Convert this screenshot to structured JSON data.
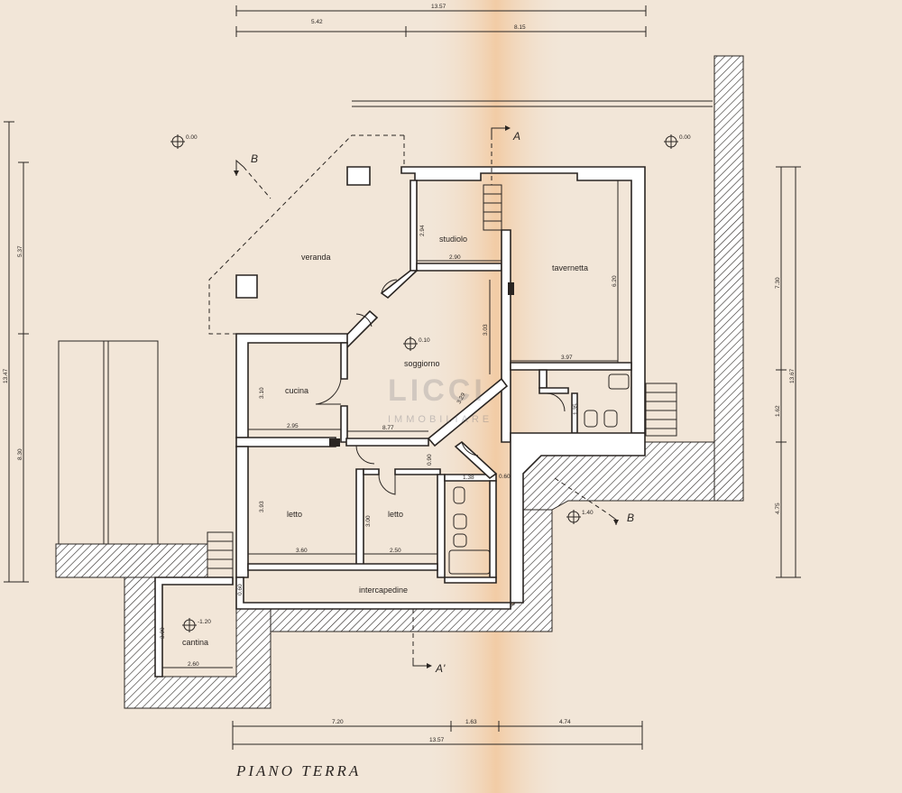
{
  "title": "PIANO TERRA",
  "watermark": {
    "brand": "LICCI",
    "sub": "IMMOBILIARE"
  },
  "colors": {
    "paper": "#f2e6d8",
    "fold_band": "#f2c79c",
    "ink": "#2a2522"
  },
  "rooms": {
    "veranda": "veranda",
    "studiolo": "studiolo",
    "tavernetta": "tavernetta",
    "soggiorno": "soggiorno",
    "cucina": "cucina",
    "letto_left": "letto",
    "letto_right": "letto",
    "intercapedine": "intercapedine",
    "cantina": "cantina"
  },
  "levels": {
    "top_left": "0.00",
    "top_right": "0.00",
    "soggiorno": "0.10",
    "right": "1.40",
    "cantina": "-1.20"
  },
  "sections": {
    "a_top": "A",
    "a_bottom": "A'",
    "b_top": "B",
    "b_right": "B"
  },
  "dimensions": {
    "top_total": "13.57",
    "top_left": "5.42",
    "top_right": "8.15",
    "bottom_left": "7.20",
    "bottom_mid": "1.63",
    "bottom_right": "4.74",
    "bottom_total": "13.57",
    "left_total": "13.47",
    "left_upper": "5.37",
    "left_lower": "8.30",
    "right_total": "13.67",
    "right_upper": "7.30",
    "right_mid": "1.62",
    "right_lower": "4.75",
    "studiolo_h": "2.94",
    "studiolo_w": "2.90",
    "tavernetta_h": "6.20",
    "tavernetta_w": "3.97",
    "soggiorno_h": "3.03",
    "soggiorno_d": "3.29",
    "soggiorno_w": "8.77",
    "cucina_h": "3.10",
    "cucina_w": "2.95",
    "letto1_h": "3.93",
    "letto1_w": "3.60",
    "letto2_h": "3.00",
    "letto2_w": "2.50",
    "hall_w": "0.90",
    "bath_w": "1.38",
    "corr_w": "0.60",
    "wc_h": "1.35",
    "inter_h": "0.60",
    "cantina_h": "3.00",
    "cantina_w": "2.60"
  }
}
